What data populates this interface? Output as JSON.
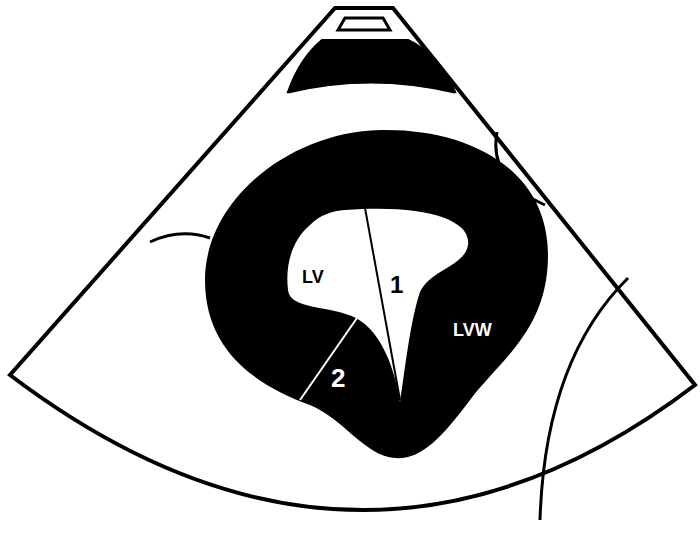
{
  "diagram": {
    "labels": [
      "LV",
      "1",
      "LVW",
      "2"
    ]
  }
}
